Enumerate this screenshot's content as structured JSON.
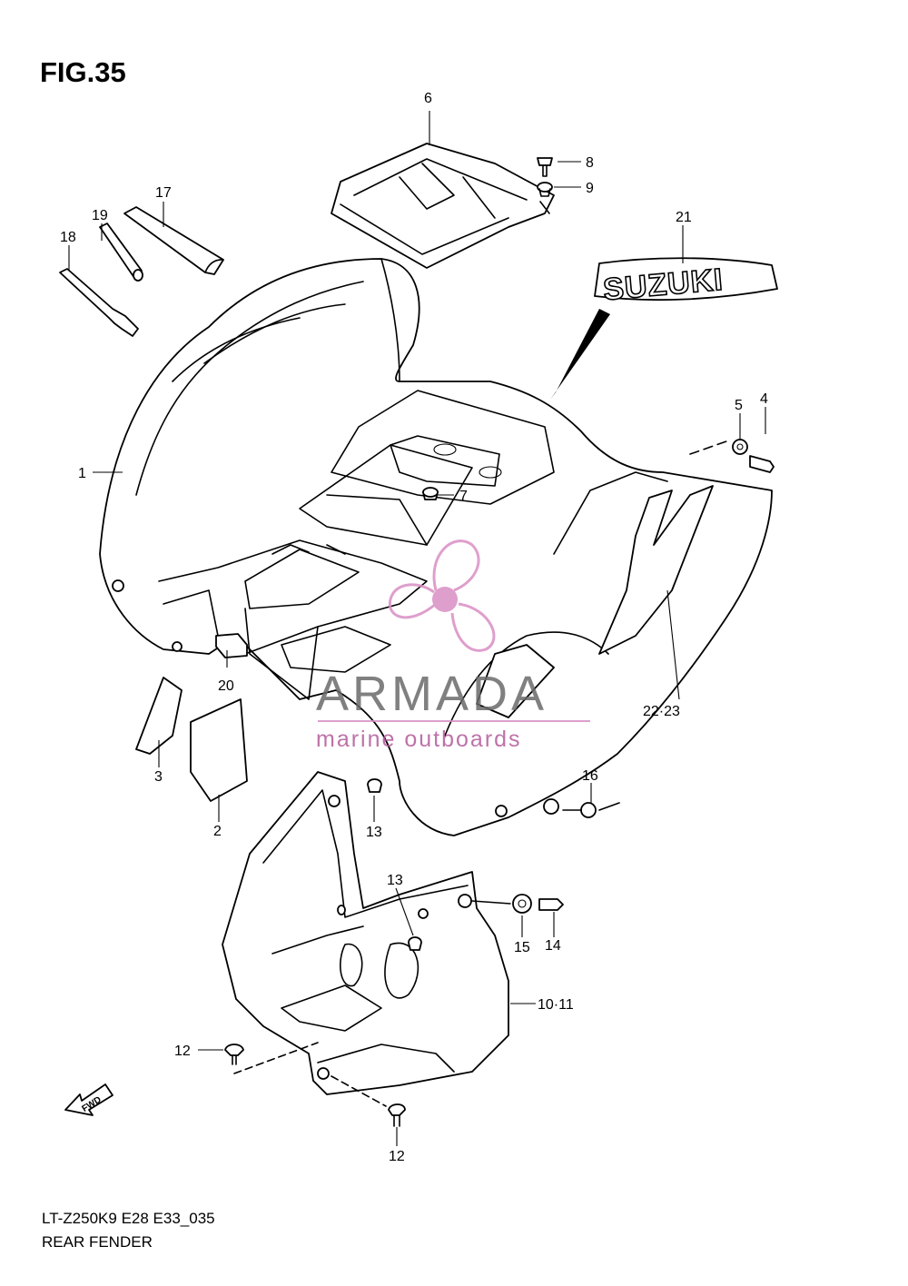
{
  "figure": {
    "title": "FIG.35",
    "model_code": "LT-Z250K9 E28 E33_035",
    "section_name": "REAR FENDER"
  },
  "callouts": [
    {
      "id": "c1",
      "text": "1"
    },
    {
      "id": "c2",
      "text": "2"
    },
    {
      "id": "c3",
      "text": "3"
    },
    {
      "id": "c4",
      "text": "4"
    },
    {
      "id": "c5",
      "text": "5"
    },
    {
      "id": "c6",
      "text": "6"
    },
    {
      "id": "c7",
      "text": "7"
    },
    {
      "id": "c8",
      "text": "8"
    },
    {
      "id": "c9",
      "text": "9"
    },
    {
      "id": "c10_11",
      "text": "10·11"
    },
    {
      "id": "c12a",
      "text": "12"
    },
    {
      "id": "c12b",
      "text": "12"
    },
    {
      "id": "c13a",
      "text": "13"
    },
    {
      "id": "c13b",
      "text": "13"
    },
    {
      "id": "c14",
      "text": "14"
    },
    {
      "id": "c15",
      "text": "15"
    },
    {
      "id": "c16",
      "text": "16"
    },
    {
      "id": "c17",
      "text": "17"
    },
    {
      "id": "c18",
      "text": "18"
    },
    {
      "id": "c19",
      "text": "19"
    },
    {
      "id": "c20",
      "text": "20"
    },
    {
      "id": "c21",
      "text": "21"
    },
    {
      "id": "c22_23",
      "text": "22·23"
    }
  ],
  "decal_text": "SUZUKI",
  "fwd_label": "FWD",
  "watermark": {
    "name": "ARMADA",
    "tagline": "marine outboards",
    "colors": {
      "logo": "#d98fc4",
      "text": "#6a6a6a",
      "tagline": "#b35a9a"
    }
  }
}
